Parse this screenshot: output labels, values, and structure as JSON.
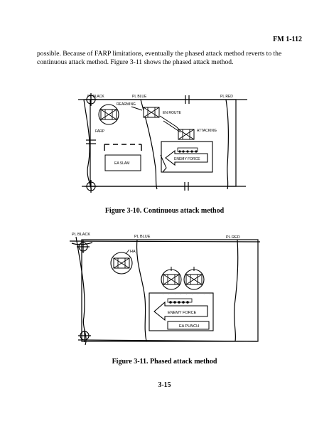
{
  "header": {
    "doc_id": "FM 1-112"
  },
  "body_text": "possible. Because of FARP limitations, eventually the phased attack method reverts to the continuous attack method. Figure 3-11 shows the phased attack method.",
  "figure1": {
    "caption": "Figure 3-10. Continuous attack method",
    "labels": {
      "pl_black": "PL BLACK",
      "pl_blue": "PL BLUE",
      "pl_red": "PL RED",
      "rearming": "REARMING",
      "en_route": "EN ROUTE",
      "attacking": "ATTACKING",
      "farp": "FARP",
      "enemy_force": "ENEMY FORCE",
      "ea_name": "EA SLAM"
    }
  },
  "figure2": {
    "caption": "Figure 3-11. Phased attack method",
    "labels": {
      "pl_black": "PL BLACK",
      "pl_blue": "PL BLUE",
      "pl_red": "PL RED",
      "ha": "HA",
      "enemy_force": "ENEMY FORCE",
      "ea_name": "EA PUNCH"
    }
  },
  "page_number": "3-15"
}
